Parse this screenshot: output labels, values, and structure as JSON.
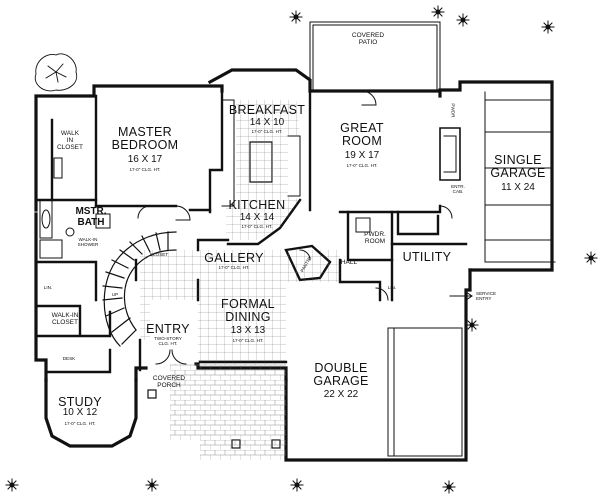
{
  "rooms": {
    "covered_patio": "COVERED\nPATIO",
    "breakfast": {
      "name": "BREAKFAST",
      "size": "14 X 10",
      "ceiling": "17-0\" CLG. HT."
    },
    "master_bedroom": {
      "name": "MASTER\nBEDROOM",
      "size": "16 X 17",
      "ceiling": "17-0\" CLG. HT."
    },
    "great_room": {
      "name": "GREAT\nROOM",
      "size": "19 X 17",
      "ceiling": "17-0\" CLG. HT."
    },
    "single_garage": {
      "name": "SINGLE\nGARAGE",
      "size": "11 X 24"
    },
    "walk_in_closet_top": "WALK\nIN\nCLOSET",
    "kitchen": {
      "name": "KITCHEN",
      "size": "14 X 14",
      "ceiling": "17-0\" CLG. HT."
    },
    "mstr_bath": "MSTR.\nBATH",
    "walk_in_shower": "WALK-IN\nSHOWER",
    "pwdr_room": "PWDR.\nROOM",
    "gallery": {
      "name": "GALLERY",
      "ceiling": "17-0\" CLG. HT."
    },
    "hall": "HALL",
    "utility": "UTILITY",
    "pantry": "PANTRY",
    "closet": "CLOSET",
    "formal_dining": {
      "name": "FORMAL\nDINING",
      "size": "13 X 13",
      "ceiling": "17-0\" CLG. HT."
    },
    "walk_in_closet": "WALK-IN\nCLOSET",
    "entry": {
      "name": "ENTRY",
      "ceiling": "TWO-STORY\nCLG. HT."
    },
    "service_entry": "SERVICE\nENTRY",
    "desk": "DESK",
    "double_garage": {
      "name": "DOUBLE\nGARAGE",
      "size": "22 X 22"
    },
    "covered_porch": "COVERED\nPORCH",
    "study": {
      "name": "STUDY",
      "size": "10 X 12",
      "ceiling": "17-0\" CLG. HT."
    },
    "lin": "LIN.",
    "entry_cab": "ENTR.\nCAB.",
    "pwdr_mark": "PWDR",
    "up": "UP"
  }
}
